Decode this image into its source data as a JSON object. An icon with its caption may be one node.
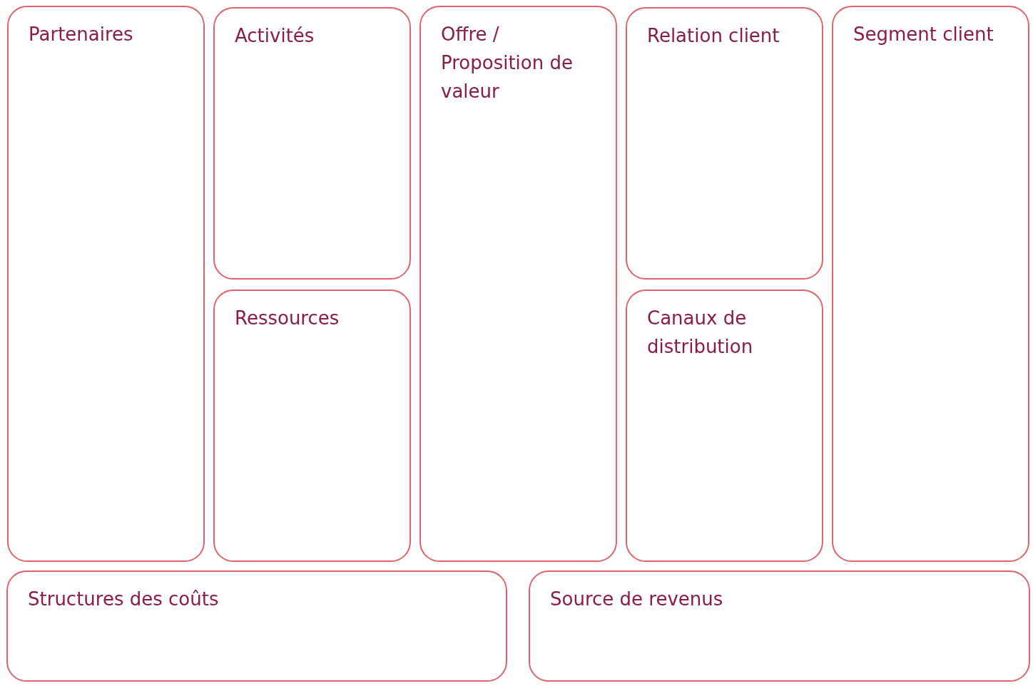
{
  "diagram": {
    "nodes": [
      {
        "text": [
          "Partenaires"
        ]
      },
      {
        "text": [
          "Activités"
        ]
      },
      {
        "text": [
          "Ressources"
        ]
      },
      {
        "text": [
          "Offre / Proposition de valeur"
        ]
      },
      {
        "text": [
          "Relation client"
        ]
      },
      {
        "text": [
          "Canaux de distribution"
        ]
      },
      {
        "text": [
          "Segment client"
        ]
      },
      {
        "text": [
          "Structures des coûts"
        ]
      },
      {
        "text": [
          "Source de revenus"
        ]
      }
    ]
  }
}
